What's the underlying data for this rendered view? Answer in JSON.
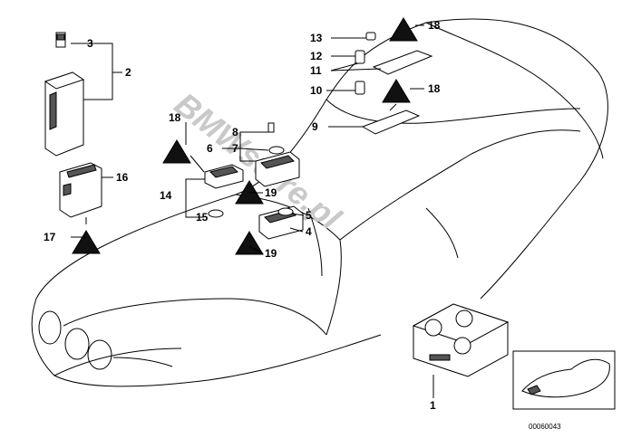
{
  "watermark": "BMWstore.pl",
  "reference_code": "00060043",
  "callouts": [
    "1",
    "2",
    "3",
    "4",
    "5",
    "6",
    "7",
    "8",
    "9",
    "10",
    "11",
    "12",
    "13",
    "14",
    "15",
    "16",
    "17",
    "18",
    "18",
    "18",
    "19",
    "19"
  ],
  "icons": {
    "warning_triangle": "warning-triangle-icon",
    "car_outline": "car-outline",
    "thumbnail": "car-thumbnail"
  }
}
